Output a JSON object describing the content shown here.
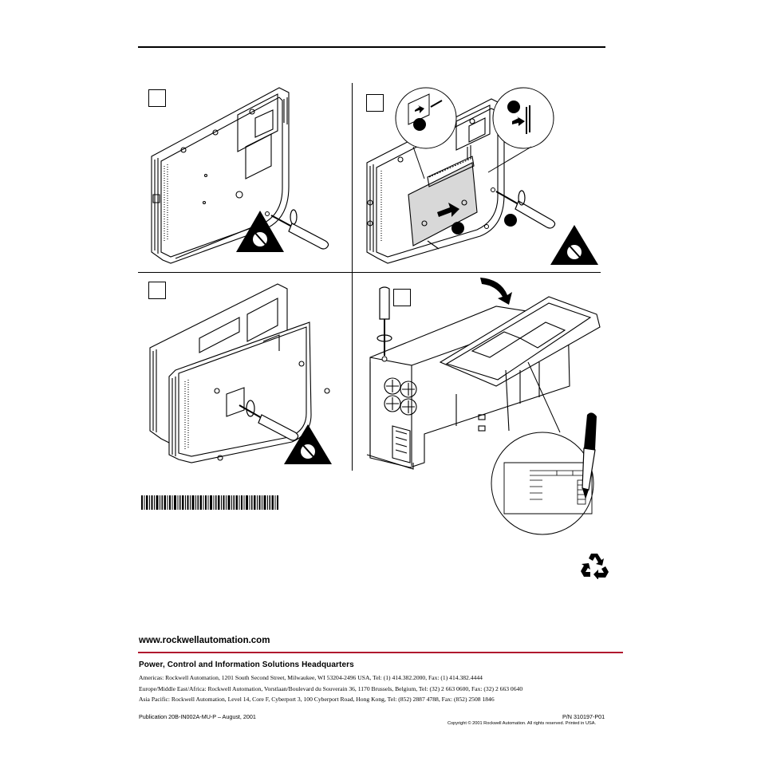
{
  "steps": [
    {
      "id": "step-1",
      "label": ""
    },
    {
      "id": "step-2",
      "label": ""
    },
    {
      "id": "step-3",
      "label": ""
    },
    {
      "id": "step-4",
      "label": ""
    }
  ],
  "icons": {
    "esd_warning": "esd-warning-icon",
    "recycle": "recycle-icon",
    "screwdriver": "screwdriver-icon",
    "marker": "marker-pen-icon",
    "barcode": "barcode-icon"
  },
  "footer": {
    "url": "www.rockwellautomation.com",
    "hq_title": "Power, Control and Information Solutions Headquarters",
    "addresses": [
      "Americas: Rockwell Automation, 1201 South Second Street, Milwaukee, WI 53204-2496 USA, Tel: (1) 414.382.2000, Fax: (1) 414.382.4444",
      "Europe/Middle East/Africa: Rockwell Automation, Vorstlaan/Boulevard du Souverain 36, 1170 Brussels, Belgium, Tel: (32) 2 663 0600, Fax: (32) 2 663 0640",
      "Asia Pacific: Rockwell Automation, Level 14, Core F, Cyberport 3, 100 Cyberport Road, Hong Kong, Tel: (852) 2887 4788, Fax: (852) 2508 1846"
    ],
    "publication": "Publication  20B-IN002A-MU-P  –  August,  2001",
    "part_number": "P/N  310197-P01",
    "copyright": "Copyright  ©  2001  Rockwell Automation.  All rights  reserved.  Printed  in  USA."
  },
  "colors": {
    "accent_rule": "#b0182e",
    "line": "#000000"
  }
}
